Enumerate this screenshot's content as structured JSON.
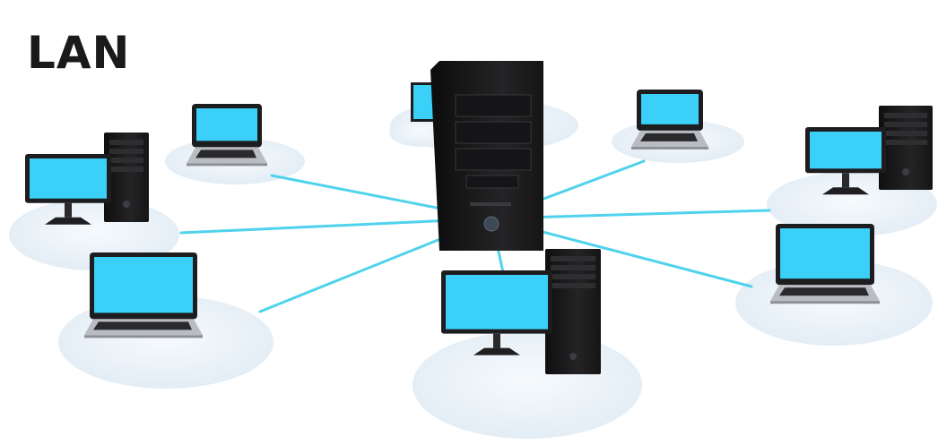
{
  "diagram": {
    "title": "LAN",
    "colors": {
      "cable": "#4fd3ec",
      "screen": "#3bd0f7",
      "device_dark": "#1d1d1f",
      "platform": "#eaf2f8"
    },
    "nodes": [
      {
        "id": "server",
        "kind": "server-tower",
        "role": "hub"
      },
      {
        "id": "desktop-left",
        "kind": "desktop-computer"
      },
      {
        "id": "laptop-upper-left",
        "kind": "laptop"
      },
      {
        "id": "laptop-lower-left",
        "kind": "laptop"
      },
      {
        "id": "monitor-behind-server",
        "kind": "monitor"
      },
      {
        "id": "laptop-upper-right",
        "kind": "laptop"
      },
      {
        "id": "desktop-right",
        "kind": "desktop-computer"
      },
      {
        "id": "laptop-lower-right",
        "kind": "laptop"
      },
      {
        "id": "desktop-bottom",
        "kind": "desktop-computer"
      }
    ],
    "links": [
      {
        "from": "server",
        "to": "laptop-upper-left"
      },
      {
        "from": "server",
        "to": "desktop-left"
      },
      {
        "from": "server",
        "to": "laptop-lower-left"
      },
      {
        "from": "server",
        "to": "laptop-upper-right"
      },
      {
        "from": "server",
        "to": "desktop-right"
      },
      {
        "from": "server",
        "to": "laptop-lower-right"
      },
      {
        "from": "server",
        "to": "desktop-bottom"
      }
    ]
  }
}
